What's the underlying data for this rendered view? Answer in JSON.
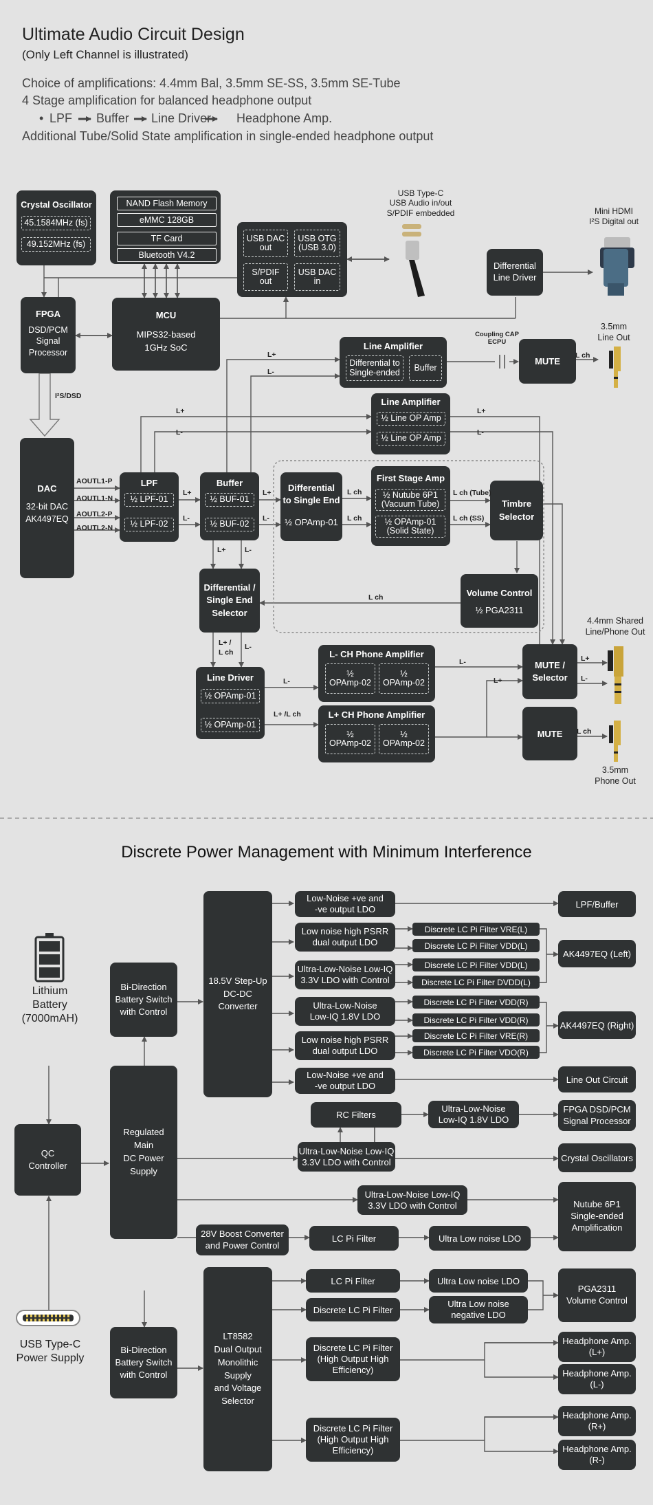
{
  "header": {
    "title": "Ultimate Audio Circuit Design",
    "subtitle": "(Only Left Channel is illustrated)",
    "line1": "Choice of amplifications: 4.4mm Bal, 3.5mm SE-SS, 3.5mm SE-Tube",
    "line2": "4 Stage amplification for balanced headphone output",
    "bullet_dot": "•",
    "bullet": [
      "LPF",
      "Buffer",
      "Line Driver",
      "Headphone Amp."
    ],
    "line3": "Additional Tube/Solid State amplification in single-ended headphone output"
  },
  "audio": {
    "crystal": {
      "title": "Crystal Oscillator",
      "f1": "45.1584MHz (fs)",
      "f2": "49.152MHz (fs)"
    },
    "storage": [
      "NAND Flash Memory",
      "eMMC 128GB",
      "TF Card",
      "Bluetooth V4.2"
    ],
    "usb_block": [
      "USB DAC\nout",
      "USB OTG\n(USB 3.0)",
      "S/PDIF\nout",
      "USB DAC\nin"
    ],
    "usb_c_label": "USB Type-C\nUSB Audio in/out\nS/PDIF embedded",
    "mini_hdmi_label": "Mini HDMI\nI²S Digital out",
    "diff_line_driver": "Differential\nLine Driver",
    "fpga": {
      "title": "FPGA",
      "body": "DSD/PCM\nSignal\nProcessor"
    },
    "mcu": {
      "title": "MCU",
      "body": "MIPS32-based\n1GHz SoC"
    },
    "i2s_label": "I²S/DSD",
    "dac": {
      "title": "DAC",
      "body": "32-bit DAC\nAK4497EQ"
    },
    "aout": [
      "AOUTL1-P",
      "AOUTL1-N",
      "AOUTL2-P",
      "AOUTL2-N"
    ],
    "lpf": {
      "title": "LPF",
      "s1": "½ LPF-01",
      "s2": "½ LPF-02"
    },
    "buffer": {
      "title": "Buffer",
      "s1": "½ BUF-01",
      "s2": "½ BUF-02"
    },
    "line_amp1": {
      "title": "Line Amplifier",
      "s1": "Differential to\nSingle-ended",
      "s2": "Buffer"
    },
    "coupling": "Coupling CAP\nECPU",
    "mute1": "MUTE",
    "lineout_label": "3.5mm\nLine Out",
    "line_amp2": {
      "title": "Line Amplifier",
      "s1": "½ Line OP Amp",
      "s2": "½ Line OP Amp"
    },
    "diff_se": {
      "title": "Differential\nto Single End",
      "s1": "½ OPAmp-01"
    },
    "first_stage": {
      "title": "First Stage Amp",
      "s1": "½  Nutube 6P1\n(Vacuum Tube)",
      "s2": "½ OPAmp-01\n(Solid State)"
    },
    "timbre": "Timbre\nSelector",
    "volume": {
      "title": "Volume Control",
      "body": "½ PGA2311"
    },
    "dse_selector": "Differential /\nSingle End\nSelector",
    "line_driver": {
      "title": "Line Driver",
      "s1": "½ OPAmp-01",
      "s2": "½ OPAmp-01"
    },
    "lch_amp": {
      "title": "L- CH Phone Amplifier",
      "s1": "½\nOPAmp-02",
      "s2": "½\nOPAmp-02"
    },
    "lpch_amp": {
      "title": "L+ CH Phone Amplifier",
      "s1": "½\nOPAmp-02",
      "s2": "½\nOPAmp-02"
    },
    "mute_sel": "MUTE /\nSelector",
    "mute2": "MUTE",
    "shared_label": "4.4mm Shared\nLine/Phone Out",
    "phoneout_label": "3.5mm\nPhone Out",
    "signal_labels": {
      "lplus": "L+",
      "lminus": "L-",
      "lch": "L ch",
      "lch_tube": "L ch (Tube)",
      "lch_ss": "L ch (SS)",
      "lplus_lch": "L+ /\nL ch",
      "lplus_slash_lch": "L+ /L ch"
    }
  },
  "power": {
    "title": "Discrete Power Management with Minimum Interference",
    "battery_label": "Lithium\nBattery\n(7000mAH)",
    "usb_label": "USB Type-C\nPower Supply",
    "qc": "QC\nController",
    "bidir1": "Bi-Direction\nBattery Switch\nwith Control",
    "bidir2": "Bi-Direction\nBattery Switch\nwith Control",
    "regulated": "Regulated\nMain\nDC Power\nSupply",
    "stepup": "18.5V Step-Up\nDC-DC\nConverter",
    "lt8582": "LT8582\nDual Output\nMonolithic\nSupply\nand Voltage\nSelector",
    "ldo1": "Low-Noise +ve and\n-ve output LDO",
    "ldo2": "Low noise high PSRR\ndual output LDO",
    "ldo3": "Ultra-Low-Noise Low-IQ\n3.3V LDO with Control",
    "ldo4": "Ultra-Low-Noise\nLow-IQ 1.8V LDO",
    "ldo5": "Low noise high PSRR\ndual output LDO",
    "ldo6": "Low-Noise +ve and\n-ve output LDO",
    "filters": [
      "Discrete LC Pi Filter VRE(L)",
      "Discrete LC Pi Filter VDD(L)",
      "Discrete LC Pi Filter VDD(L)",
      "Discrete LC Pi Filter DVDD(L)",
      "Discrete LC Pi Filter VDD(R)",
      "Discrete LC Pi Filter VDD(R)",
      "Discrete LC Pi Filter VRE(R)",
      "Discrete LC Pi Filter VDO(R)"
    ],
    "rc_filters": "RC Filters",
    "ldo_18": "Ultra-Low-Noise\nLow-IQ 1.8V LDO",
    "ldo_33a": "Ultra-Low-Noise Low-IQ\n3.3V LDO with Control",
    "ldo_33b": "Ultra-Low-Noise Low-IQ\n3.3V LDO with Control",
    "boost": "28V Boost Converter\nand Power Control",
    "lc_pi1": "LC Pi Filter",
    "ulnldo1": "Ultra Low noise LDO",
    "lc_pi2": "LC Pi Filter",
    "ulnldo2": "Ultra Low noise LDO",
    "dlc_pi": "Discrete LC Pi Filter",
    "ulnneg": "Ultra Low noise\nnegative LDO",
    "dlc_hoe1": "Discrete LC Pi Filter\n(High Output High\nEfficiency)",
    "dlc_hoe2": "Discrete LC Pi Filter\n(High Output High\nEfficiency)",
    "targets": {
      "lpf_buffer": "LPF/Buffer",
      "ak_left": "AK4497EQ (Left)",
      "ak_right": "AK4497EQ (Right)",
      "line_out": "Line Out Circuit",
      "fpga": "FPGA DSD/PCM\nSignal Processor",
      "crystal": "Crystal Oscillators",
      "nutube": "Nutube 6P1\nSingle-ended\nAmplification",
      "pga": "PGA2311\nVolume Control",
      "hpl_plus": "Headphone Amp.\n(L+)",
      "hpl_minus": "Headphone Amp.\n(L-)",
      "hpr_plus": "Headphone Amp.\n(R+)",
      "hpr_minus": "Headphone Amp.\n(R-)"
    }
  }
}
